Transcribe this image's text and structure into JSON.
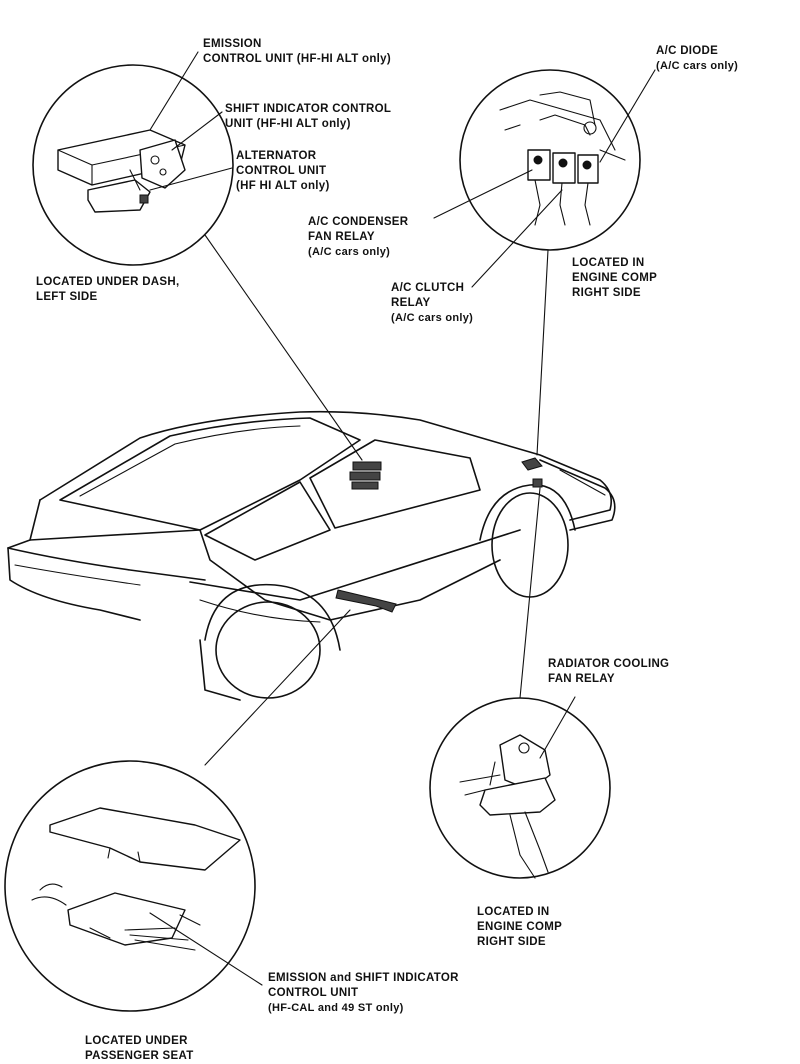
{
  "labels": {
    "emission_control_unit": [
      "EMISSION",
      "CONTROL UNIT (HF-HI ALT only)"
    ],
    "shift_indicator_control_unit": [
      "SHIFT INDICATOR CONTROL",
      "UNIT (HF-HI ALT only)"
    ],
    "alternator_control_unit": [
      "ALTERNATOR",
      "CONTROL UNIT",
      "(HF HI ALT only)"
    ],
    "located_under_dash": [
      "LOCATED UNDER DASH,",
      "LEFT SIDE"
    ],
    "ac_diode": [
      "A/C DIODE",
      "(A/C cars only)"
    ],
    "ac_condenser_fan_relay": [
      "A/C CONDENSER",
      "FAN RELAY",
      "(A/C cars only)"
    ],
    "ac_clutch_relay": [
      "A/C CLUTCH",
      "RELAY",
      "(A/C cars only)"
    ],
    "located_engine_comp_top": [
      "LOCATED IN",
      "ENGINE COMP",
      "RIGHT SIDE"
    ],
    "radiator_cooling_fan_relay": [
      "RADIATOR COOLING",
      "FAN RELAY"
    ],
    "located_engine_comp_bottom": [
      "LOCATED IN",
      "ENGINE COMP",
      "RIGHT SIDE"
    ],
    "emission_shift_indicator_unit": [
      "EMISSION and SHIFT INDICATOR",
      "CONTROL UNIT",
      "(HF-CAL and 49 ST only)"
    ],
    "located_under_passenger_seat": [
      "LOCATED UNDER",
      "PASSENGER SEAT"
    ]
  },
  "colors": {
    "ink": "#111111",
    "paper": "#ffffff"
  }
}
